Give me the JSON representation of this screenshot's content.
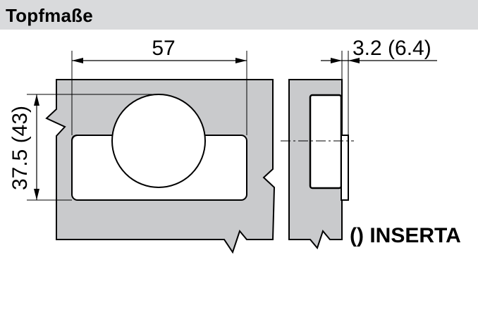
{
  "header": {
    "title": "Topfmaße"
  },
  "dimensions": {
    "width_label": "57",
    "height_label": "37.5 (43)",
    "depth_label": "3.2 (6.4)"
  },
  "note": {
    "label": "() INSERTA"
  },
  "colors": {
    "panel_fill": "#c9cacc",
    "header_bg": "#d9dadc",
    "cutout_fill": "#ffffff",
    "line": "#000000"
  }
}
